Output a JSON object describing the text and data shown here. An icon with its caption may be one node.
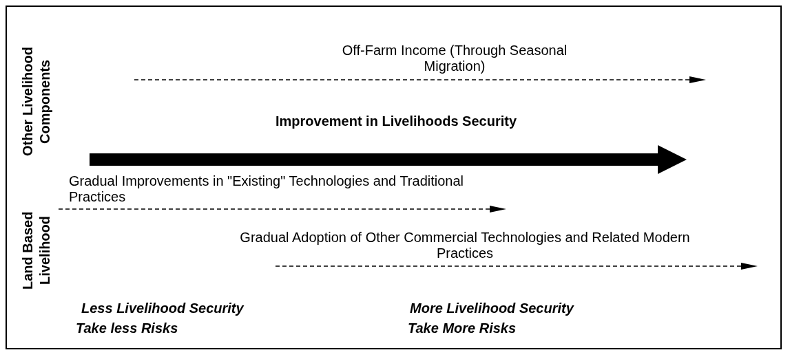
{
  "diagram": {
    "labels": [
      "Other Livelihood Components",
      "Land Based Livelihood",
      "Off-Farm Income (Through Seasonal Migration)",
      "Improvement in Livelihoods Security",
      "Gradual Improvements in \"Existing\" Technologies and Traditional Practices",
      "Gradual Adoption of Other Commercial Technologies and Related Modern Practices",
      "Less Livelihood Security",
      "Take less Risks",
      "More Livelihood Security",
      "Take More Risks"
    ]
  }
}
